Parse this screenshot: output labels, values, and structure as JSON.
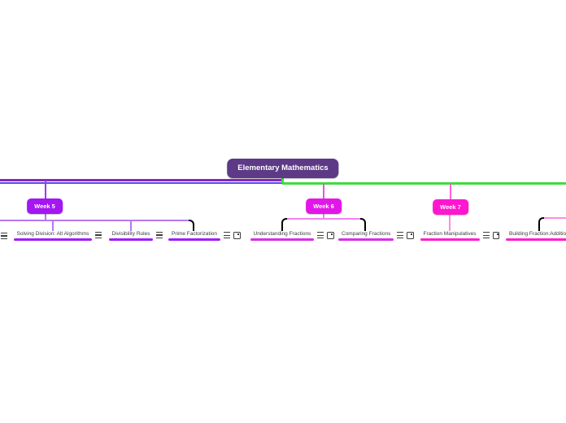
{
  "mindmap": {
    "root": {
      "label": "Elementary Mathematics"
    },
    "weeks": {
      "week5": {
        "label": "Week 5"
      },
      "week6": {
        "label": "Week 6"
      },
      "week7": {
        "label": "Week 7"
      }
    },
    "topics": {
      "solving_division": {
        "label": "Solving Division: Alt Algorithms"
      },
      "divisibility_rules": {
        "label": "Divisibility Rules"
      },
      "prime_factorization": {
        "label": "Prime Factorization"
      },
      "understanding_fractions": {
        "label": "Understanding Fractions"
      },
      "comparing_fractions": {
        "label": "Comparing Fractions"
      },
      "fraction_manipulatives": {
        "label": "Fraction Manipulatives"
      },
      "building_fraction_addition": {
        "label": "Building Fraction:Addition"
      }
    }
  },
  "icons": {
    "notes": "three-bar notes glyph",
    "attachment": "square outline with corner dot"
  },
  "colors": {
    "root_bg": "#5c3a85",
    "week5_bg": "#a416f2",
    "week6_bg": "#e316ea",
    "week7_bg": "#ff16cf",
    "branch_purple": "#8428c4",
    "branch_indigo": "#5b46e8",
    "branch_green": "#3edc3e",
    "week5_line": "#9c3af0",
    "week6_line": "#e056e4",
    "week7_line": "#ff60d8",
    "week5_subline": "#b579f3",
    "week6_subline": "#ef83f1",
    "week7_subline": "#ff8ce4",
    "week5_underline": "#a01ef5",
    "week6_underline": "#d92fe8",
    "week7_underline": "#ff1fce",
    "node_text": "#ffffff",
    "topic_text": "#3c3c3c",
    "icon_color": "#3d3d3d"
  }
}
